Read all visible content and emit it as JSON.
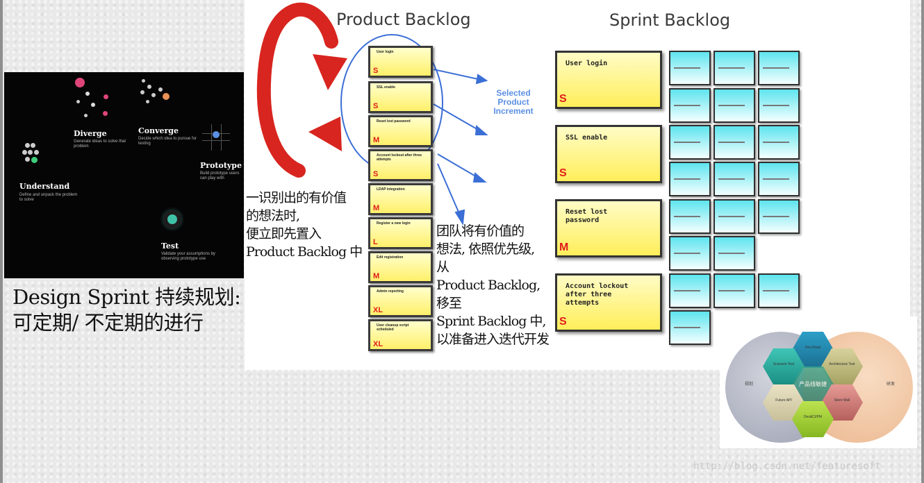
{
  "design_sprint": {
    "stages": [
      {
        "name": "Diverge",
        "desc": "Generate ideas to solve that problem"
      },
      {
        "name": "Converge",
        "desc": "Decide which idea to pursue for testing"
      },
      {
        "name": "Prototype",
        "desc": "Build prototype users can play with"
      },
      {
        "name": "Understand",
        "desc": "Define and unpack the problem to solve"
      },
      {
        "name": "Test",
        "desc": "Validate your assumptions by observing prototype use"
      }
    ],
    "caption_line1": "Design Sprint 持续规划:",
    "caption_line2": "可定期/  不定期的进行"
  },
  "product_backlog": {
    "title": "Product Backlog",
    "items": [
      {
        "title": "User login",
        "estimate": "S"
      },
      {
        "title": "SSL enable",
        "estimate": "S"
      },
      {
        "title": "Reset lost password",
        "estimate": "M"
      },
      {
        "title": "Account lockout after three attempts",
        "estimate": "S"
      },
      {
        "title": "LDAP integration",
        "estimate": "M"
      },
      {
        "title": "Register a new login",
        "estimate": "L"
      },
      {
        "title": "Edit registration",
        "estimate": "M"
      },
      {
        "title": "Admin reporting",
        "estimate": "XL"
      },
      {
        "title": "User cleanup script scheduled",
        "estimate": "XL"
      }
    ],
    "selected_label": "Selected Product Increment",
    "left_note": [
      "一识别出的有价值",
      "的想法时,",
      "便立即先置入",
      "Product Backlog 中"
    ],
    "right_note": [
      "团队将有价值的",
      "想法, 依照优先级,",
      "从",
      "Product Backlog,",
      "移至",
      "Sprint Backlog 中,",
      "以准备进入迭代开发"
    ]
  },
  "sprint_backlog": {
    "title": "Sprint Backlog",
    "stories": [
      {
        "title": "User login",
        "estimate": "S"
      },
      {
        "title": "SSL enable",
        "estimate": "S"
      },
      {
        "title": "Reset lost password",
        "estimate": "M"
      },
      {
        "title": "Account lockout after three attempts",
        "estimate": "S"
      }
    ]
  },
  "venn": {
    "center": "产品线敏捷",
    "left": "规划",
    "right": "研发",
    "hexes": [
      "Hex Road",
      "Scenario Test",
      "Architecture Test",
      "Future API",
      "Store Wall",
      "Dev&CI/PM"
    ]
  },
  "watermark": "http://blog.csdn.net/featuresoft",
  "colors": {
    "backlog_card": "#fff06a",
    "task_card": "#5ee4ee",
    "arrow_red": "#d8251f",
    "ellipse_blue": "#3b6fd6",
    "estimate_red": "#e01b1b"
  }
}
